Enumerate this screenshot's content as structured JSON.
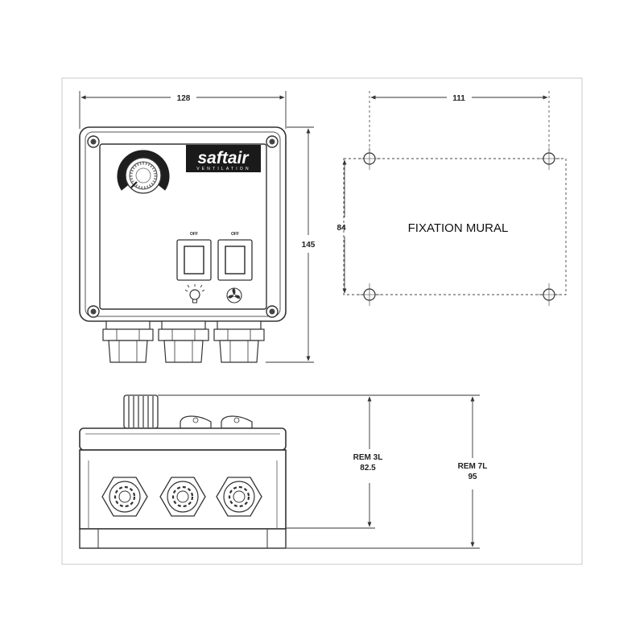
{
  "dimensions": {
    "width_front": "128",
    "width_holes": "111",
    "height_front": "145",
    "height_holes": "84",
    "height_3l": {
      "label": "REM 3L",
      "value": "82.5"
    },
    "height_7l": {
      "label": "REM 7L",
      "value": "95"
    }
  },
  "brand": {
    "name": "saftair",
    "tagline": "VENTILATION"
  },
  "switches": [
    {
      "label": "OFF"
    },
    {
      "label": "OFF"
    }
  ],
  "wall_mount_label": "FIXATION MURAL",
  "icons": {
    "switch_left": "light-bulb-icon",
    "switch_right": "fan-icon"
  }
}
